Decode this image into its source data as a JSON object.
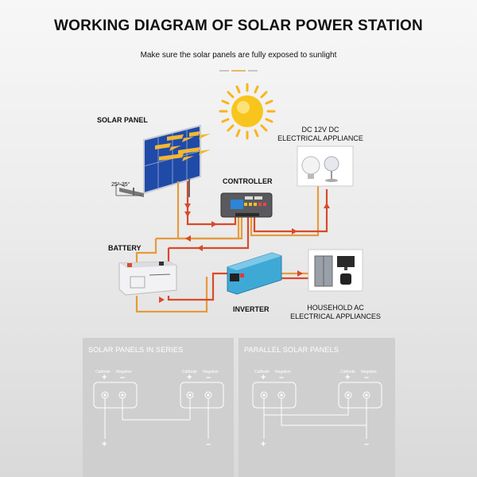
{
  "title": "WORKING DIAGRAM OF SOLAR POWER STATION",
  "subtitle": "Make sure the solar panels are fully exposed to sunlight",
  "labels": {
    "solar_panel": "SOLAR PANEL",
    "angle": "25°-35°",
    "controller": "CONTROLLER",
    "dc_line1": "DC 12V DC",
    "dc_line2": "ELECTRICAL APPLIANCE",
    "battery": "BATTERY",
    "inverter": "INVERTER",
    "ac_line1": "HOUSEHOLD AC",
    "ac_line2": "ELECTRICAL APPLIANCES"
  },
  "series_panel": {
    "title": "SOLAR PANELS IN SERIES",
    "cathode": "Cathode",
    "negative": "Negative",
    "plus": "+",
    "minus": "–"
  },
  "parallel_panel": {
    "title": "PARALLEL SOLAR PANELS",
    "cathode": "Cathode",
    "negative": "Negative",
    "plus": "+",
    "minus": "–"
  },
  "colors": {
    "wire_red": "#d84a2a",
    "wire_orange": "#e69a3c",
    "panel_blue": "#1f4aa8",
    "sun": "#f8c51c",
    "inverter": "#3fa9d6",
    "lower_bg": "#cfcfcf"
  }
}
